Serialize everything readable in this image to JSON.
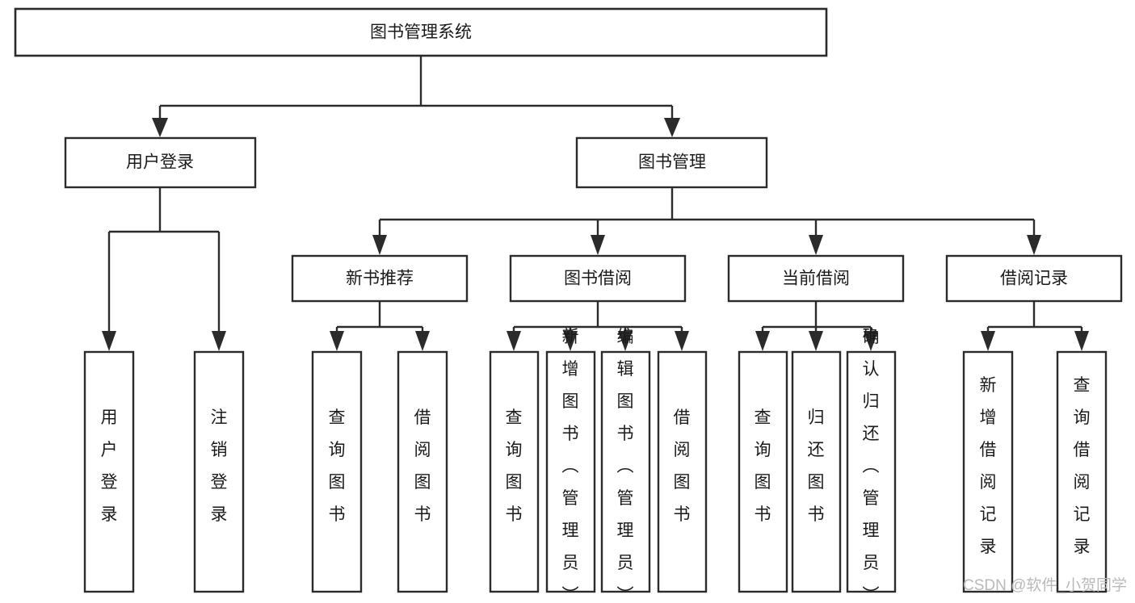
{
  "diagram": {
    "title": "图书管理系统",
    "type": "tree-hierarchy-diagram",
    "orientation": "top-down",
    "background_color": "#ffffff",
    "box_stroke_color": "#2b2b2b",
    "box_fill_color": "#ffffff",
    "text_color": "#1a1a1a",
    "connector_color": "#2b2b2b"
  },
  "nodes": {
    "root": {
      "label": "图书管理系统",
      "level": 1,
      "orientation": "horizontal"
    },
    "l2": [
      {
        "id": "user-login",
        "label": "用户登录",
        "level": 2,
        "orientation": "horizontal"
      },
      {
        "id": "book-manage",
        "label": "图书管理",
        "level": 2,
        "orientation": "horizontal"
      }
    ],
    "l3": [
      {
        "id": "new-book-recommend",
        "label": "新书推荐",
        "level": 3,
        "orientation": "horizontal"
      },
      {
        "id": "book-borrow",
        "label": "图书借阅",
        "level": 3,
        "orientation": "horizontal"
      },
      {
        "id": "current-borrow",
        "label": "当前借阅",
        "level": 3,
        "orientation": "horizontal"
      },
      {
        "id": "borrow-record",
        "label": "借阅记录",
        "level": 3,
        "orientation": "horizontal"
      }
    ],
    "leaves": [
      {
        "id": "leaf-user-login",
        "label": "用户登录",
        "parent": "user-login",
        "orientation": "vertical"
      },
      {
        "id": "leaf-user-logout",
        "label": "注销登录",
        "parent": "user-login",
        "orientation": "vertical"
      },
      {
        "id": "leaf-query-book-1",
        "label": "查询图书",
        "parent": "new-book-recommend",
        "orientation": "vertical"
      },
      {
        "id": "leaf-borrow-book-1",
        "label": "借阅图书",
        "parent": "new-book-recommend",
        "orientation": "vertical"
      },
      {
        "id": "leaf-query-book-2",
        "label": "查询图书",
        "parent": "book-borrow",
        "orientation": "vertical"
      },
      {
        "id": "leaf-add-book",
        "label": "新增图书（管理员）",
        "parent": "book-borrow",
        "orientation": "vertical"
      },
      {
        "id": "leaf-edit-book",
        "label": "编辑图书（管理员）",
        "parent": "book-borrow",
        "orientation": "vertical"
      },
      {
        "id": "leaf-borrow-book-2",
        "label": "借阅图书",
        "parent": "book-borrow",
        "orientation": "vertical"
      },
      {
        "id": "leaf-query-book-3",
        "label": "查询图书",
        "parent": "current-borrow",
        "orientation": "vertical"
      },
      {
        "id": "leaf-return-book",
        "label": "归还图书",
        "parent": "current-borrow",
        "orientation": "vertical"
      },
      {
        "id": "leaf-confirm-return",
        "label": "确认归还（管理员）",
        "parent": "current-borrow",
        "orientation": "vertical"
      },
      {
        "id": "leaf-add-record",
        "label": "新增借阅记录",
        "parent": "borrow-record",
        "orientation": "vertical"
      },
      {
        "id": "leaf-query-record",
        "label": "查询借阅记录",
        "parent": "borrow-record",
        "orientation": "vertical"
      }
    ]
  },
  "watermark": {
    "text": "CSDN @软件_小贺同学",
    "color": "#b9b9b9"
  }
}
